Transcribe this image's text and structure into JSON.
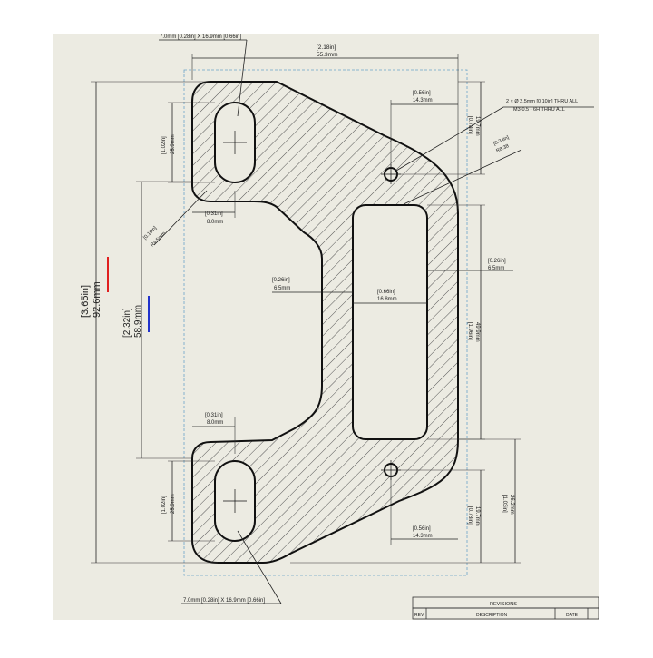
{
  "drawing": {
    "colors": {
      "page": "#ffffff",
      "paper": "#ecebe2",
      "part_outline": "#111111",
      "hatch": "#555555",
      "frame": "#6aa2c8",
      "red_marker": "#e02020",
      "blue_marker": "#2233cc"
    },
    "dimensions": {
      "slot_top_callout": "7.0mm [0.28in] X 16.9mm [0.66in]",
      "overall_width_in": "[2.18in]",
      "overall_width_mm": "55.3mm",
      "hole_x_in": "[0.56in]",
      "hole_x_mm": "14.3mm",
      "hole_y_in": "[0.78in]",
      "hole_y_mm": "19.7mm",
      "hole_note_1": "2 × Ø 2.5mm [0.10in] THRU ALL",
      "hole_note_2": "M3-0.5 - 6H THRU ALL",
      "radius_in": "[0.34in]",
      "radius_mm": "R8.38",
      "slot_len_in": "[1.02in]",
      "slot_len_mm": "25.9mm",
      "slot_off_in": "[0.31in]",
      "slot_off_mm": "8.0mm",
      "fillet_in": "[0.18in]",
      "fillet_mm": "R4.5mm",
      "web_in": "[0.26in]",
      "web_mm": "6.5mm",
      "pocket_w_in": "[0.66in]",
      "pocket_w_mm": "16.8mm",
      "rail_in": "[0.26in]",
      "rail_mm": "6.5mm",
      "pocket_h_in": "[1.96in]",
      "pocket_h_mm": "49.9mm",
      "overall_h_in": "[3.65in]",
      "overall_h_mm": "92.6mm",
      "inner_h_in": "[2.32in]",
      "inner_h_mm": "58.9mm",
      "lower_h_in": "[1.03in]",
      "lower_h_mm": "26.2mm",
      "slot_bottom_callout": "7.0mm [0.28in] X 16.9mm [0.66in]"
    },
    "title_block": {
      "revisions": "REVISIONS",
      "rev": "REV.",
      "description": "DESCRIPTION",
      "date": "DATE"
    }
  }
}
